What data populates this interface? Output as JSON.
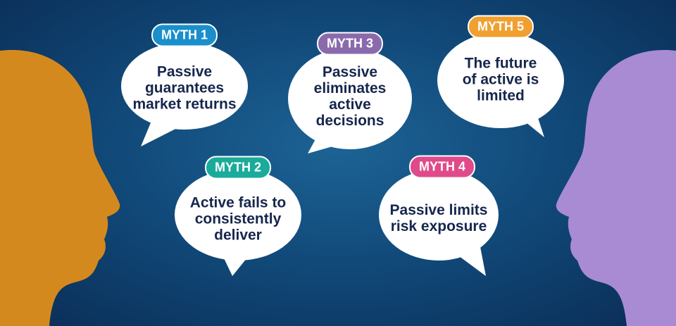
{
  "colors": {
    "left_head": "#d4891f",
    "right_head": "#a98bd4",
    "text": "#16264d"
  },
  "myths": [
    {
      "badge": "MYTH 1",
      "text": "Passive guarantees market returns",
      "color": "#1a8fcb"
    },
    {
      "badge": "MYTH 2",
      "text": "Active fails to consistently deliver",
      "color": "#1aab9a"
    },
    {
      "badge": "MYTH 3",
      "text": "Passive eliminates active decisions",
      "color": "#8a6aad"
    },
    {
      "badge": "MYTH 4",
      "text": "Passive limits risk exposure",
      "color": "#e04a8a"
    },
    {
      "badge": "MYTH 5",
      "text": "The future of active is limited",
      "color": "#f0a030"
    }
  ]
}
